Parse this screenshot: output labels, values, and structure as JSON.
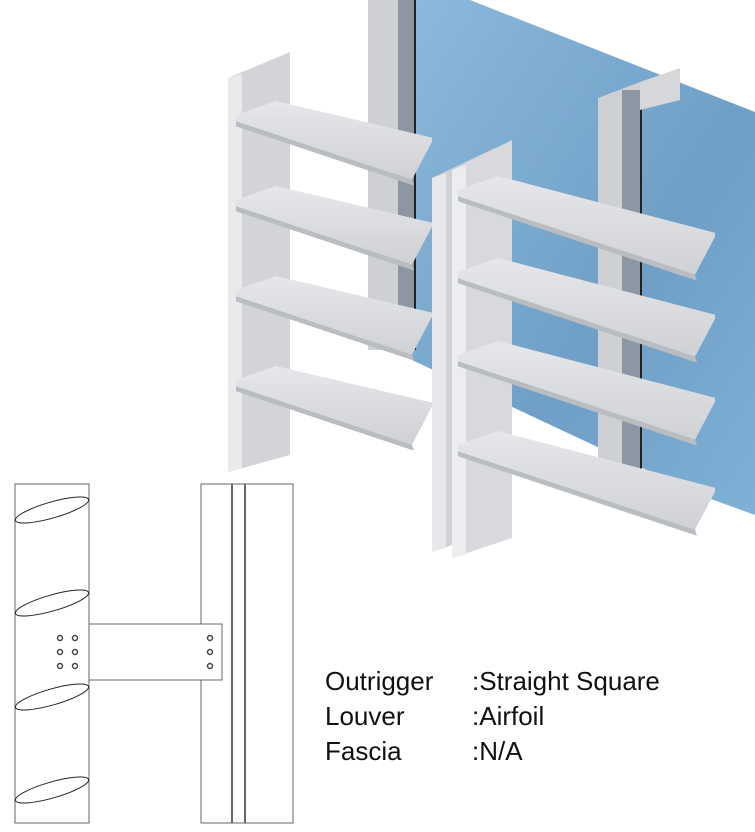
{
  "specs": [
    {
      "label": "Outrigger",
      "value": ":Straight Square"
    },
    {
      "label": "Louver",
      "value": ":Airfoil"
    },
    {
      "label": "Fascia",
      "value": ":N/A"
    }
  ],
  "colors": {
    "glass": "#7fb0d6",
    "aluminum": "#dcdde0",
    "line": "#333333"
  }
}
